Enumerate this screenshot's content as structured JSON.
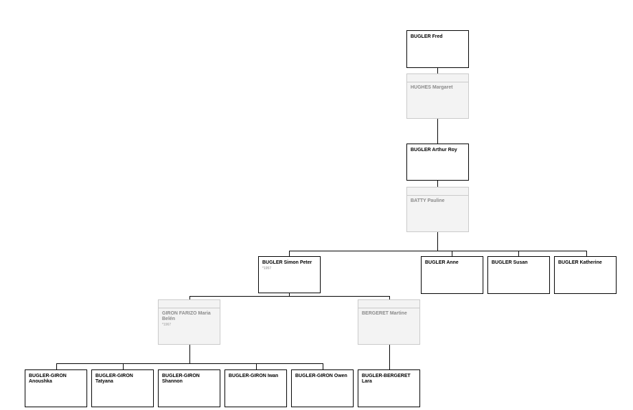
{
  "people": [
    {
      "id": "fred",
      "name": "BUGLER Fred",
      "info": "",
      "kind": "blood"
    },
    {
      "id": "margaret",
      "name": "HUGHES Margaret",
      "info": "",
      "kind": "spouse"
    },
    {
      "id": "arthur",
      "name": "BUGLER Arthur Roy",
      "info": "",
      "kind": "blood"
    },
    {
      "id": "pauline",
      "name": "BATTY Pauline",
      "info": "",
      "kind": "spouse"
    },
    {
      "id": "simon",
      "name": "BUGLER Simon Peter",
      "info": "*1957",
      "kind": "blood"
    },
    {
      "id": "anne",
      "name": "BUGLER Anne",
      "info": "",
      "kind": "blood"
    },
    {
      "id": "susan",
      "name": "BUGLER Susan",
      "info": "",
      "kind": "blood"
    },
    {
      "id": "katherine",
      "name": "BUGLER Katherine",
      "info": "",
      "kind": "blood"
    },
    {
      "id": "maria",
      "name": "GIRON FARIZO Maria Belén",
      "info": "*1967",
      "kind": "spouse"
    },
    {
      "id": "martine",
      "name": "BERGERET Martine",
      "info": "",
      "kind": "spouse"
    },
    {
      "id": "anoushka",
      "name": "BUGLER-GIRON Anoushka",
      "info": "",
      "kind": "blood"
    },
    {
      "id": "tatyana",
      "name": "BUGLER-GIRON Tatyana",
      "info": "",
      "kind": "blood"
    },
    {
      "id": "shannon",
      "name": "BUGLER-GIRON Shannon",
      "info": "",
      "kind": "blood"
    },
    {
      "id": "iwan",
      "name": "BUGLER-GIRON Iwan",
      "info": "",
      "kind": "blood"
    },
    {
      "id": "owen",
      "name": "BUGLER-GIRON Owen",
      "info": "",
      "kind": "blood"
    },
    {
      "id": "lara",
      "name": "BUGLER-BERGERET Lara",
      "info": "",
      "kind": "blood"
    }
  ]
}
